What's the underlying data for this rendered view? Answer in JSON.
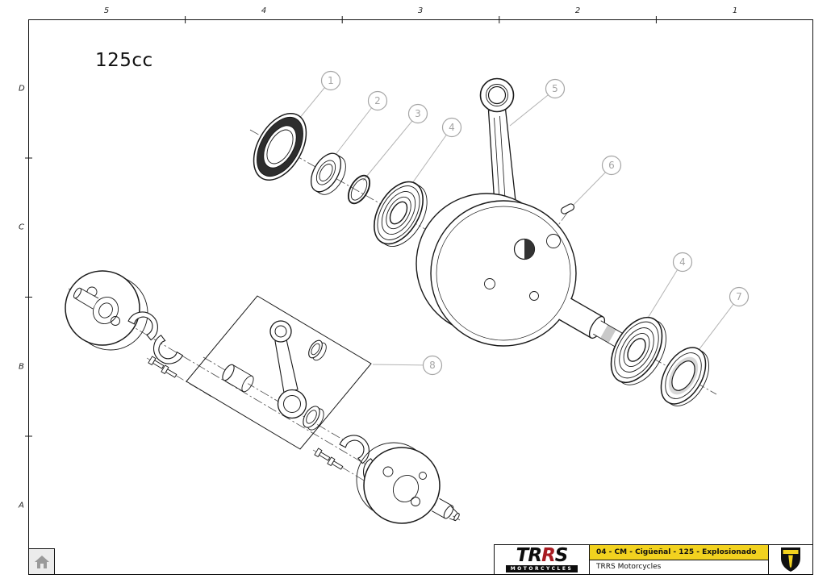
{
  "page": {
    "title": "125cc"
  },
  "frame": {
    "top_zone_labels": [
      "5",
      "4",
      "3",
      "2",
      "1"
    ],
    "left_zone_labels": [
      "D",
      "C",
      "B",
      "A"
    ]
  },
  "callouts": [
    {
      "label": "1"
    },
    {
      "label": "2"
    },
    {
      "label": "3"
    },
    {
      "label": "4"
    },
    {
      "label": "5"
    },
    {
      "label": "6"
    },
    {
      "label": "4"
    },
    {
      "label": "7"
    },
    {
      "label": "8"
    }
  ],
  "title_block": {
    "document_title": "04 - CM - Cigüeñal - 125 - Explosionado",
    "company": "TRRS Motorcycles",
    "logo": {
      "l1": "T",
      "l2": "R",
      "l3": "R",
      "l4": "S",
      "subtitle": "MOTORCYCLES"
    }
  },
  "icons": {
    "home": "home-icon",
    "shield": "trrs-shield-logo"
  },
  "colors": {
    "accent_yellow": "#F2D21F",
    "brand_red": "#A81C22",
    "line": "#1a1a1a",
    "callout_gray": "#a5a5a5"
  }
}
